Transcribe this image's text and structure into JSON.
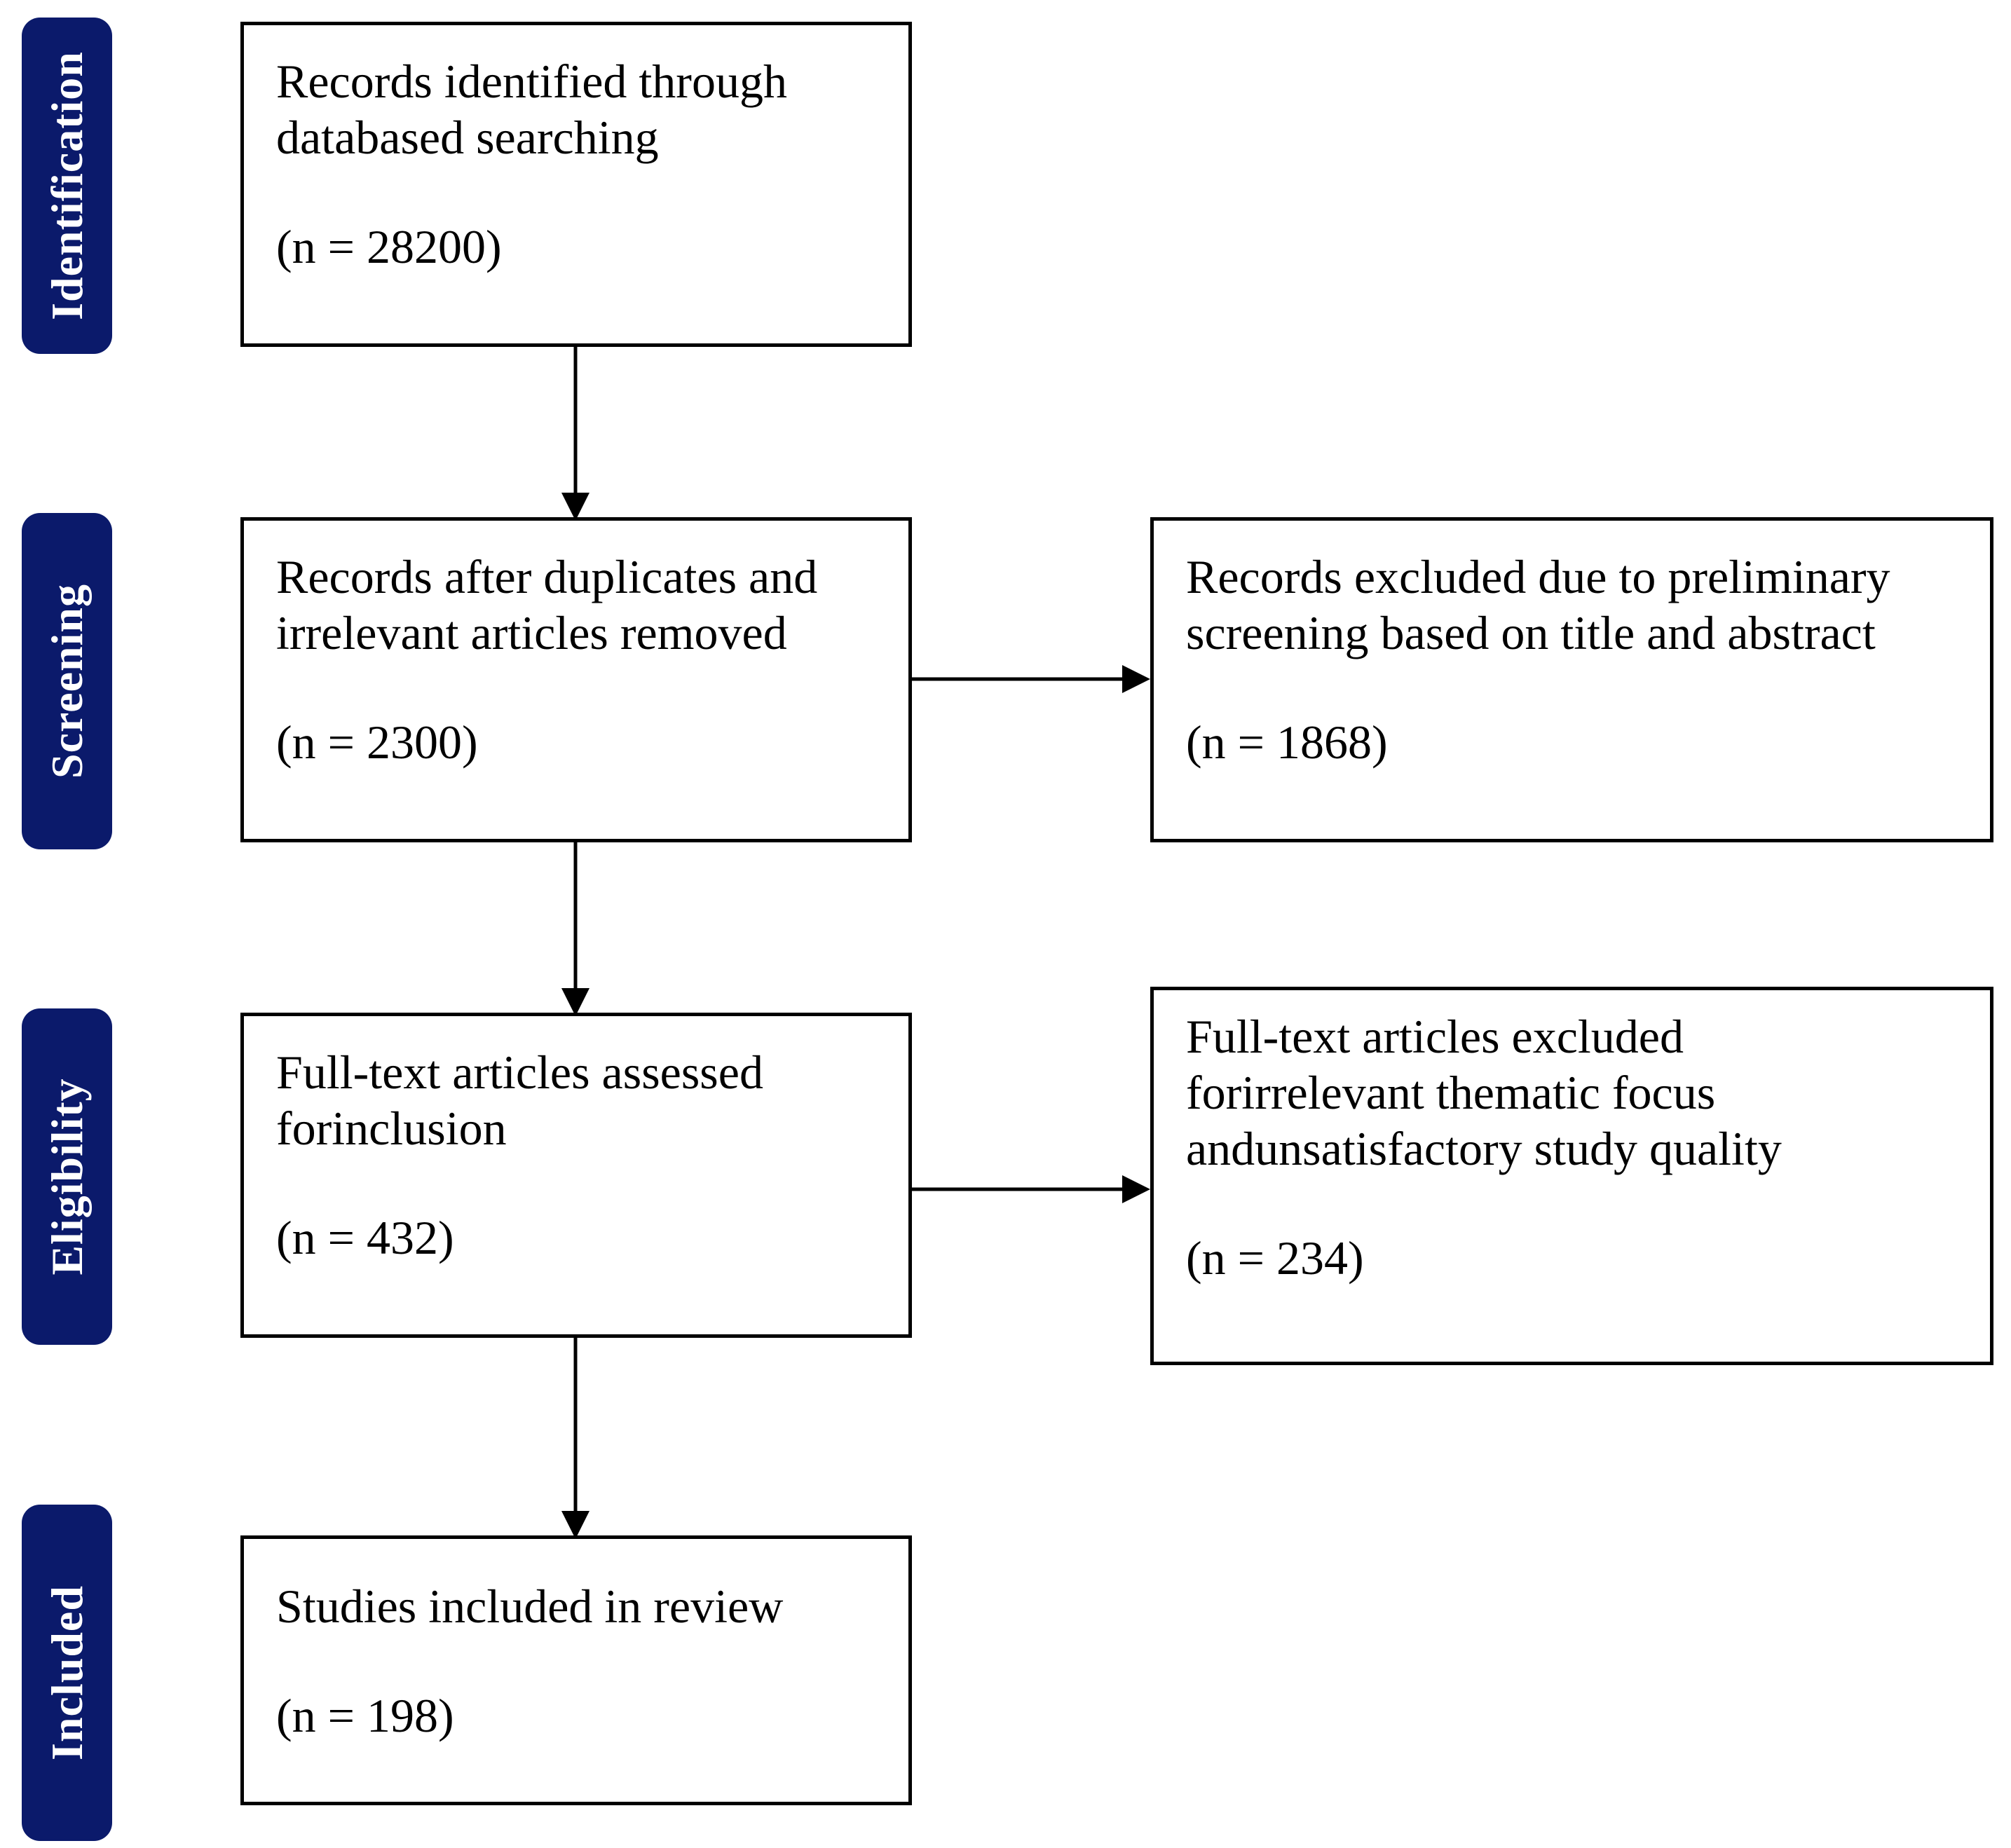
{
  "colors": {
    "phase_fill": "#0b1a6b",
    "box_border": "#000000",
    "arrow": "#000000"
  },
  "phases": [
    {
      "label": "Identification"
    },
    {
      "label": "Screening"
    },
    {
      "label": "Eligibility"
    },
    {
      "label": "Included"
    }
  ],
  "boxes": {
    "identified": {
      "text_lines": [
        "Records identified through",
        "databased searching"
      ],
      "count": "(n = 28200)"
    },
    "screened": {
      "text_lines": [
        "Records after duplicates and",
        "irrelevant articles removed"
      ],
      "count": "(n = 2300)"
    },
    "excluded_screening": {
      "text_lines": [
        "Records excluded due to preliminary",
        "screening based on title and abstract"
      ],
      "count": "(n = 1868)"
    },
    "assessed": {
      "text_lines": [
        "Full-text articles assessed",
        "forinclusion"
      ],
      "count": "(n = 432)"
    },
    "excluded_fulltext": {
      "text_lines": [
        "Full-text articles excluded",
        "forirrelevant thematic focus",
        "andunsatisfactory study quality"
      ],
      "count": "(n = 234)"
    },
    "included": {
      "text_lines": [
        "Studies included in review"
      ],
      "count": "(n = 198)"
    }
  }
}
